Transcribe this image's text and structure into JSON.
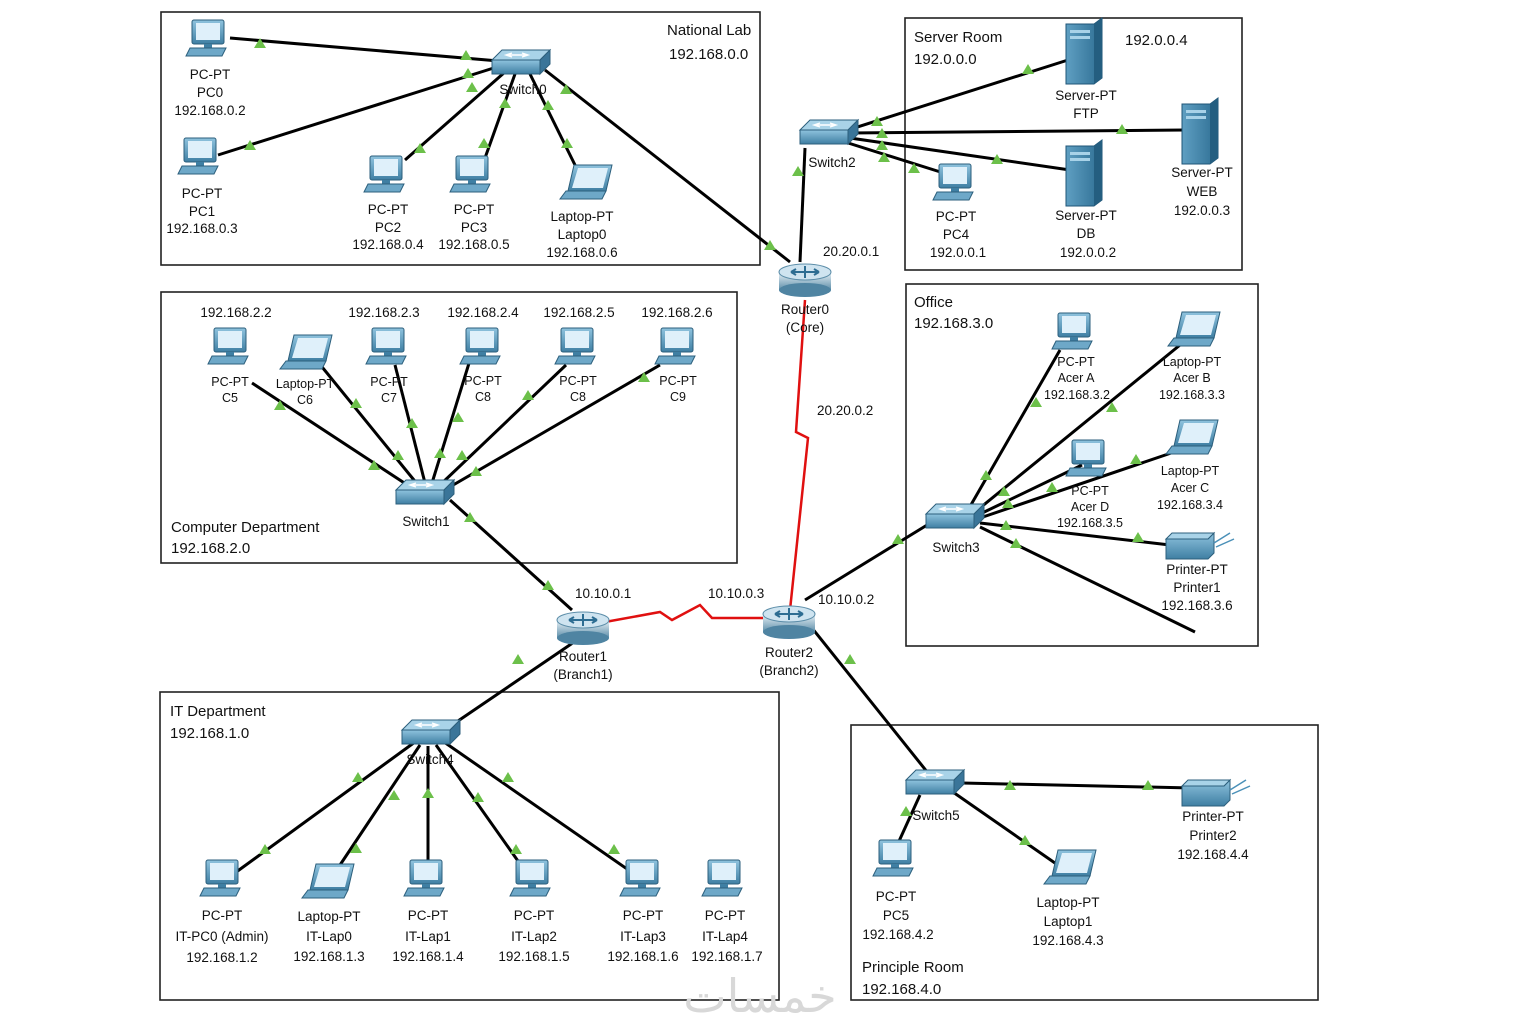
{
  "colors": {
    "link": "#000000",
    "serial": "#e01010",
    "status_up": "#6cc04a",
    "device": "#4a90b8"
  },
  "zones": {
    "national_lab": {
      "name": "National Lab",
      "net": "192.168.0.0"
    },
    "server_room": {
      "name": "Server Room",
      "net": "192.0.0.0",
      "extra": "192.0.0.4"
    },
    "computer_dept": {
      "name": "Computer Department",
      "net": "192.168.2.0"
    },
    "office": {
      "name": "Office",
      "net": "192.168.3.0"
    },
    "it_dept": {
      "name": "IT Department",
      "net": "192.168.1.0"
    },
    "principle_room": {
      "name": "Principle Room",
      "net": "192.168.4.0"
    }
  },
  "links": {
    "r0_up": "20.20.0.1",
    "r0_down": "20.20.0.2",
    "r1": "10.10.0.1",
    "r2_left": "10.10.0.3",
    "r2_right": "10.10.0.2"
  },
  "devices": {
    "pc0": {
      "type": "PC-PT",
      "name": "PC0",
      "ip": "192.168.0.2",
      "icon": "pc-icon"
    },
    "pc1": {
      "type": "PC-PT",
      "name": "PC1",
      "ip": "192.168.0.3",
      "icon": "pc-icon"
    },
    "pc2": {
      "type": "PC-PT",
      "name": "PC2",
      "ip": "192.168.0.4",
      "icon": "pc-icon"
    },
    "pc3": {
      "type": "PC-PT",
      "name": "PC3",
      "ip": "192.168.0.5",
      "icon": "pc-icon"
    },
    "laptop0": {
      "type": "Laptop-PT",
      "name": "Laptop0",
      "ip": "192.168.0.6",
      "icon": "laptop-icon"
    },
    "switch0": {
      "name": "Switch0",
      "icon": "switch-icon"
    },
    "switch1": {
      "name": "Switch1",
      "icon": "switch-icon"
    },
    "switch2": {
      "name": "Switch2",
      "icon": "switch-icon"
    },
    "switch3": {
      "name": "Switch3",
      "icon": "switch-icon"
    },
    "switch4": {
      "name": "Switch4",
      "icon": "switch-icon"
    },
    "switch5": {
      "name": "Switch5",
      "icon": "switch-icon"
    },
    "ftp": {
      "type": "Server-PT",
      "name": "FTP",
      "icon": "server-icon"
    },
    "web": {
      "type": "Server-PT",
      "name": "WEB",
      "ip": "192.0.0.3",
      "icon": "server-icon"
    },
    "db": {
      "type": "Server-PT",
      "name": "DB",
      "ip": "192.0.0.2",
      "icon": "server-icon"
    },
    "pc4": {
      "type": "PC-PT",
      "name": "PC4",
      "ip": "192.0.0.1",
      "icon": "pc-icon"
    },
    "router0": {
      "name": "Router0",
      "role": "(Core)",
      "icon": "router-icon"
    },
    "router1": {
      "name": "Router1",
      "role": "(Branch1)",
      "icon": "router-icon"
    },
    "router2": {
      "name": "Router2",
      "role": "(Branch2)",
      "icon": "router-icon"
    },
    "c5": {
      "type": "PC-PT",
      "name": "C5",
      "ip": "192.168.2.2",
      "icon": "pc-icon"
    },
    "c6": {
      "type": "Laptop-PT",
      "name": "C6",
      "ip": "192.168.2.3",
      "icon": "laptop-icon"
    },
    "c7": {
      "type": "PC-PT",
      "name": "C7",
      "ip": "192.168.2.4",
      "icon": "pc-icon"
    },
    "c8": {
      "type": "PC-PT",
      "name": "C8",
      "ip": "192.168.2.5",
      "icon": "pc-icon"
    },
    "c8b": {
      "type": "PC-PT",
      "name": "C8",
      "ip": "192.168.2.6",
      "icon": "pc-icon"
    },
    "c9": {
      "type": "PC-PT",
      "name": "C9",
      "icon": "pc-icon"
    },
    "acer_a": {
      "type": "PC-PT",
      "name": "Acer A",
      "ip": "192.168.3.2",
      "icon": "pc-icon"
    },
    "acer_b": {
      "type": "Laptop-PT",
      "name": "Acer B",
      "ip": "192.168.3.3",
      "icon": "laptop-icon"
    },
    "acer_c": {
      "type": "Laptop-PT",
      "name": "Acer C",
      "ip": "192.168.3.4",
      "icon": "laptop-icon"
    },
    "acer_d": {
      "type": "PC-PT",
      "name": "Acer D",
      "ip": "192.168.3.5",
      "icon": "pc-icon"
    },
    "printer1": {
      "type": "Printer-PT",
      "name": "Printer1",
      "ip": "192.168.3.6",
      "icon": "printer-icon"
    },
    "it_pc0": {
      "type": "PC-PT",
      "name": "IT-PC0 (Admin)",
      "ip": "192.168.1.2",
      "icon": "pc-icon"
    },
    "it_lap0": {
      "type": "Laptop-PT",
      "name": "IT-Lap0",
      "ip": "192.168.1.3",
      "icon": "laptop-icon"
    },
    "it_lap1": {
      "type": "PC-PT",
      "name": "IT-Lap1",
      "ip": "192.168.1.4",
      "icon": "pc-icon"
    },
    "it_lap2": {
      "type": "PC-PT",
      "name": "IT-Lap2",
      "ip": "192.168.1.5",
      "icon": "pc-icon"
    },
    "it_lap3": {
      "type": "PC-PT",
      "name": "IT-Lap3",
      "ip": "192.168.1.6",
      "icon": "pc-icon"
    },
    "it_lap4": {
      "type": "PC-PT",
      "name": "IT-Lap4",
      "ip": "192.168.1.7",
      "icon": "pc-icon"
    },
    "pc5": {
      "type": "PC-PT",
      "name": "PC5",
      "ip": "192.168.4.2",
      "icon": "pc-icon"
    },
    "laptop1": {
      "type": "Laptop-PT",
      "name": "Laptop1",
      "ip": "192.168.4.3",
      "icon": "laptop-icon"
    },
    "printer2": {
      "type": "Printer-PT",
      "name": "Printer2",
      "ip": "192.168.4.4",
      "icon": "printer-icon"
    }
  },
  "watermark": "خمسات"
}
